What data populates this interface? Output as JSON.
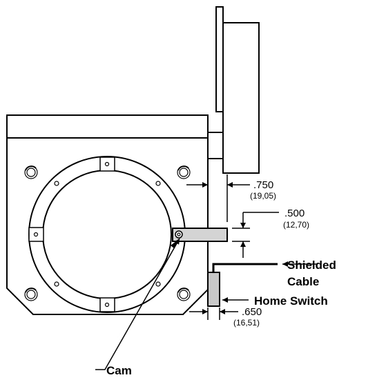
{
  "callouts": {
    "cable_line1": "Shielded",
    "cable_line2": "Cable",
    "home_switch": "Home Switch",
    "cam": "Cam"
  },
  "dimensions": {
    "d750_in": ".750",
    "d750_mm": "(19,05)",
    "d500_in": ".500",
    "d500_mm": "(12,70)",
    "d650_in": ".650",
    "d650_mm": "(16,51)"
  },
  "colors": {
    "line": "#000000",
    "cam_fill": "#d4d4d4",
    "switch_fill": "#c8c8c8",
    "ring_fill": "#ffffff"
  }
}
